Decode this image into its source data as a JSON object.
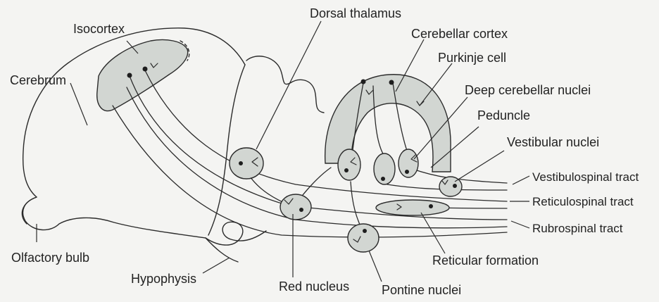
{
  "labels": {
    "dorsal_thalamus": "Dorsal thalamus",
    "isocortex": "Isocortex",
    "cerebellar_cortex": "Cerebellar cortex",
    "purkinje_cell": "Purkinje cell",
    "cerebrum": "Cerebrum",
    "deep_cerebellar_nuclei": "Deep cerebellar nuclei",
    "peduncle": "Peduncle",
    "vestibular_nuclei": "Vestibular nuclei",
    "vestibulospinal_tract": "Vestibulospinal tract",
    "reticulospinal_tract": "Reticulospinal tract",
    "rubrospinal_tract": "Rubrospinal tract",
    "olfactory_bulb": "Olfactory bulb",
    "hypophysis": "Hypophysis",
    "red_nucleus": "Red nucleus",
    "pontine_nuclei": "Pontine nuclei",
    "reticular_formation": "Reticular formation"
  }
}
